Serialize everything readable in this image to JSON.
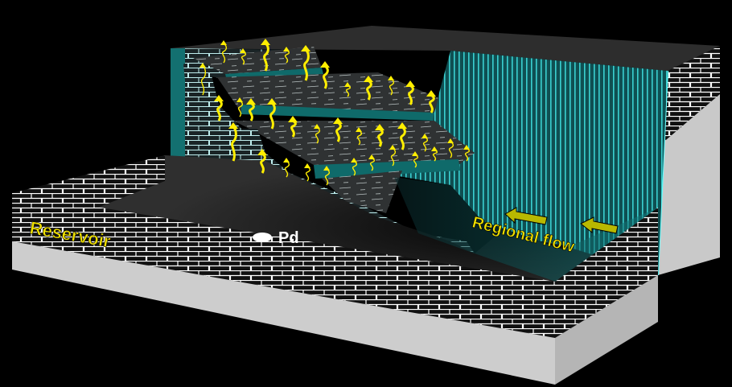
{
  "labels": {
    "reservoir": "Reservoir",
    "pd": "Pd",
    "regional_flow": "Regional flow"
  },
  "colors": {
    "background": "#000000",
    "surface": "#2a2a2a",
    "teal": "#1f9a9a",
    "teal_dark": "#0f4f52",
    "cyan_edge": "#66ffff",
    "arrow_yellow": "#ffee00",
    "flow_arrow": "#b8b800",
    "label_yellow": "#f0e000",
    "slab_grey": "#cfcfcf",
    "brick_line": "#ffffff"
  },
  "icons": {
    "upflow": "yellow-wavy-up-arrow",
    "flow": "olive-left-arrow",
    "site": "white-ellipse-marker"
  }
}
